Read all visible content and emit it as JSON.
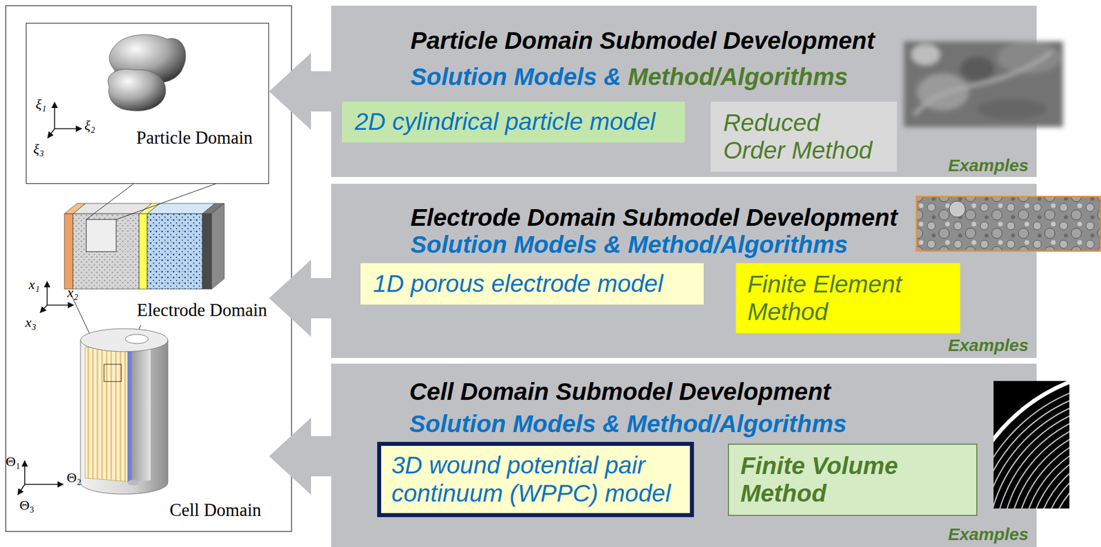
{
  "diagram": {
    "nodes": [
      {
        "text": [
          "Particle Domain"
        ]
      },
      {
        "text": [
          "Particle Domain Submodel Development",
          "Solution Models &",
          "Method/Algorithms",
          "Examples"
        ]
      },
      {
        "text": [
          "2D cylindrical particle model"
        ],
        "in": 1
      },
      {
        "text": [
          "Reduced Order Method"
        ],
        "in": 1
      },
      {
        "text": [
          "Electrode Domain Submodel Development",
          "Solution Models & Method/Algorithms",
          "Examples"
        ]
      },
      {
        "text": [
          "1D porous electrode model"
        ],
        "in": 4
      },
      {
        "text": [
          "Finite Element Method"
        ],
        "in": 4
      },
      {
        "text": [
          "Cell Domain Submodel Development",
          "Solution Models & Method/Algorithms",
          "Examples"
        ]
      },
      {
        "text": [
          "3D wound potential pair continuum (WPPC) model"
        ],
        "in": 7
      },
      {
        "text": [
          "Finite Volume Method"
        ],
        "in": 7
      }
    ],
    "edges": [
      {
        "from": 1,
        "to": 0,
        "arrow": "to"
      }
    ],
    "labels": [
      "ξ₁",
      "ξ₂",
      "ξ₃",
      "x₁",
      "x₂",
      "x₃",
      "Θ₁",
      "Θ₂",
      "Θ₃",
      "Electrode Domain",
      "Cell Domain"
    ]
  }
}
